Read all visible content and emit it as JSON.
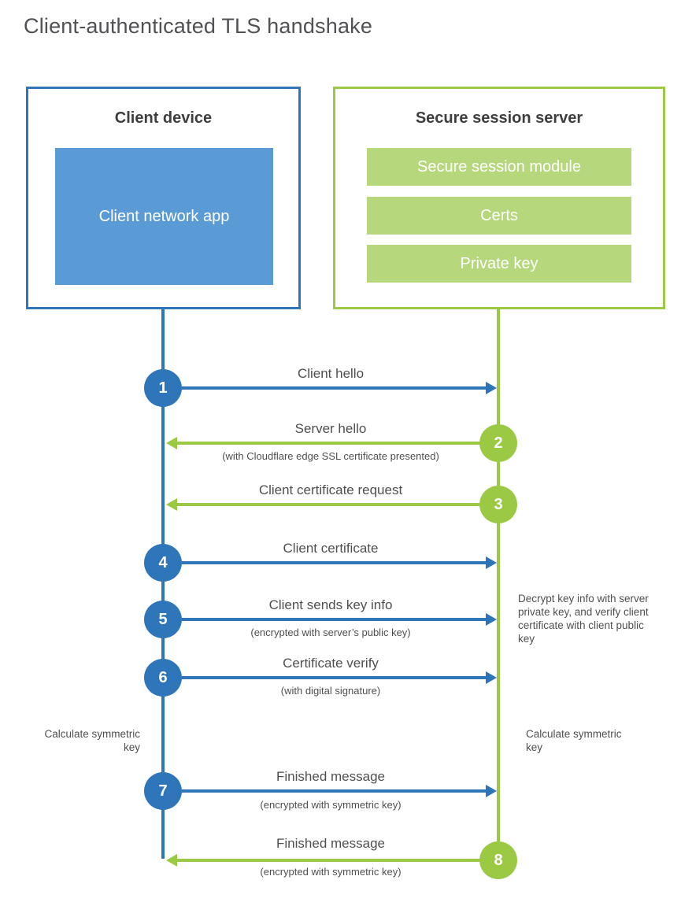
{
  "title": "Client-authenticated TLS handshake",
  "client": {
    "title": "Client device",
    "app_label": "Client network app"
  },
  "server": {
    "title": "Secure session server",
    "modules": [
      "Secure session module",
      "Certs",
      "Private key"
    ]
  },
  "steps": [
    {
      "num": "1",
      "actor": "client",
      "direction": "right",
      "label": "Client hello",
      "sublabel": ""
    },
    {
      "num": "2",
      "actor": "server",
      "direction": "left",
      "label": "Server hello",
      "sublabel": "(with Cloudflare edge SSL certificate presented)"
    },
    {
      "num": "3",
      "actor": "server",
      "direction": "left",
      "label": "Client certificate request",
      "sublabel": ""
    },
    {
      "num": "4",
      "actor": "client",
      "direction": "right",
      "label": "Client certificate",
      "sublabel": ""
    },
    {
      "num": "5",
      "actor": "client",
      "direction": "right",
      "label": "Client sends key info",
      "sublabel": "(encrypted with server’s public key)"
    },
    {
      "num": "6",
      "actor": "client",
      "direction": "right",
      "label": "Certificate verify",
      "sublabel": "(with digital signature)"
    },
    {
      "num": "7",
      "actor": "client",
      "direction": "right",
      "label": "Finished message",
      "sublabel": "(encrypted with symmetric key)"
    },
    {
      "num": "8",
      "actor": "server",
      "direction": "left",
      "label": "Finished message",
      "sublabel": "(encrypted with symmetric key)"
    }
  ],
  "annotations": {
    "decrypt_note": "Decrypt key info with server private key, and verify client certificate with client public key",
    "calculate_left": "Calculate symmetric key",
    "calculate_right": "Calculate symmetric key"
  },
  "colors": {
    "client_accent": "#2e76b9",
    "client_fill": "#5b9bd5",
    "server_accent": "#9cc943",
    "server_fill": "#b7d77c"
  }
}
